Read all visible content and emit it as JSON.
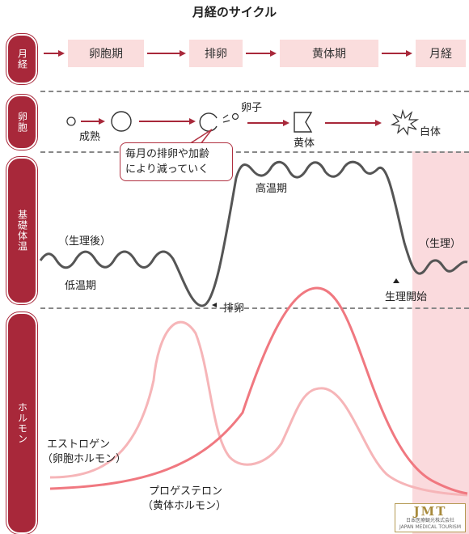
{
  "title": "月経のサイクル",
  "row_labels": {
    "menstruation": "月経",
    "ovum": "卵胞",
    "basal_temp": "基礎体温",
    "hormone": "ホルモン"
  },
  "phases": [
    "卵胞期",
    "排卵",
    "黄体期",
    "月経"
  ],
  "ovum_row": {
    "mature_label": "成熟",
    "egg_label": "卵子",
    "corpus_luteum": "黄体",
    "corpus_albicans": "白体",
    "callout_line1": "毎月の排卵や加齢",
    "callout_line2": "により減っていく"
  },
  "temperature_row": {
    "post_period": "（生理後）",
    "low_phase": "低温期",
    "high_phase": "高温期",
    "ovulation_marker": "排卵",
    "period_label": "（生理）",
    "period_start": "生理開始"
  },
  "hormone_row": {
    "estrogen_line1": "エストロゲン",
    "estrogen_line2": "（卵胞ホルモン）",
    "progesterone_line1": "プロゲステロン",
    "progesterone_line2": "（黄体ホルモン）"
  },
  "logo": {
    "big": "JMT",
    "small1": "日本医療観光株式会社",
    "small2": "JAPAN MEDICAL TOURISM"
  },
  "colors": {
    "label_bg": "#a8283a",
    "arrow": "#a8283a",
    "phase_bg": "#fadddd",
    "period_band": "#fadadd",
    "temperature_line": "#555555",
    "estrogen_line": "#f6b5b8",
    "progesterone_line": "#f07880"
  }
}
